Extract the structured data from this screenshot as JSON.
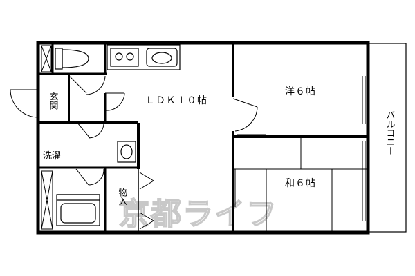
{
  "rooms": {
    "ldk": "ＬＤＫ１０帖",
    "western": "洋６帖",
    "japanese": "和６帖",
    "entrance": "玄関",
    "laundry": "洗濯",
    "storage": "物入",
    "balcony": "バルコニー"
  },
  "watermark": "京都ライフ"
}
